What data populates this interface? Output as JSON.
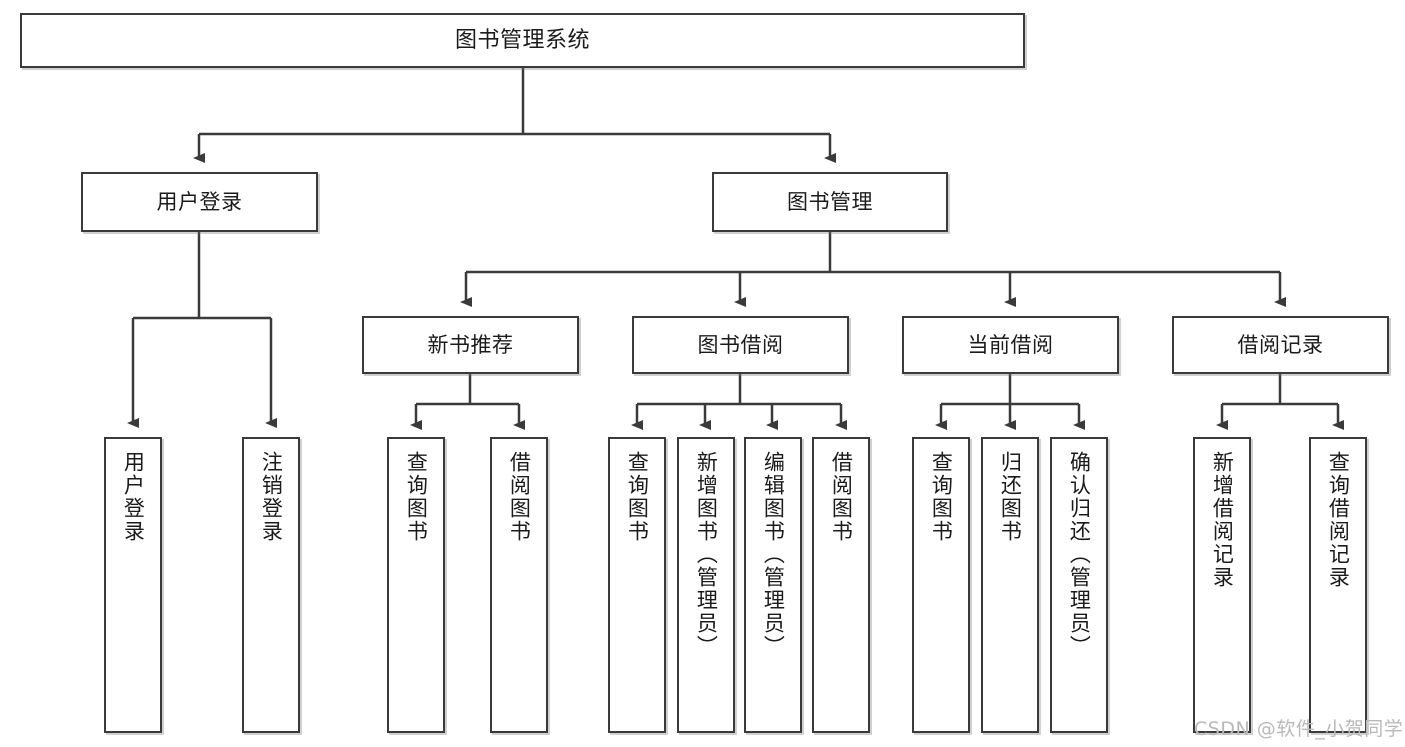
{
  "diagram": {
    "type": "tree-hierarchy-flowchart",
    "root": {
      "label": "图书管理系统"
    },
    "level2": [
      {
        "label": "用户登录"
      },
      {
        "label": "图书管理"
      }
    ],
    "level3": [
      {
        "label": "新书推荐"
      },
      {
        "label": "图书借阅"
      },
      {
        "label": "当前借阅"
      },
      {
        "label": "借阅记录"
      }
    ],
    "leaves": {
      "user_login": [
        {
          "label": "用户登录"
        },
        {
          "label": "注销登录"
        }
      ],
      "new_book_recommend": [
        {
          "label": "查询图书"
        },
        {
          "label": "借阅图书"
        }
      ],
      "book_borrow": [
        {
          "label": "查询图书"
        },
        {
          "label": "新增图书（管理员）"
        },
        {
          "label": "编辑图书（管理员）"
        },
        {
          "label": "借阅图书"
        }
      ],
      "current_borrow": [
        {
          "label": "查询图书"
        },
        {
          "label": "归还图书"
        },
        {
          "label": "确认归还（管理员）"
        }
      ],
      "borrow_record": [
        {
          "label": "新增借阅记录"
        },
        {
          "label": "查询借阅记录"
        }
      ]
    }
  },
  "watermark": {
    "text": "CSDN @软件_小贺同学"
  },
  "colors": {
    "border": "#3a3a3a",
    "text": "#1b1b1b",
    "background": "#ffffff",
    "watermark": "#b9b9b9"
  }
}
